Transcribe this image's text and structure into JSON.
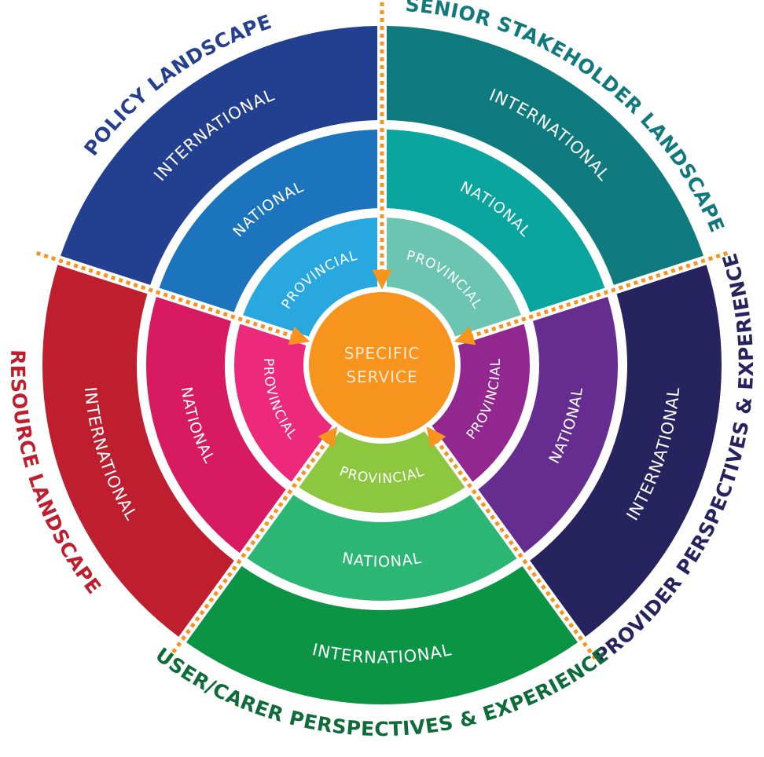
{
  "center": {
    "line1": "SPECIFIC",
    "line2": "SERVICE",
    "color": "#f7941d"
  },
  "arrow_color": "#f7941d",
  "ring_labels": [
    "PROVINCIAL",
    "NATIONAL",
    "INTERNATIONAL"
  ],
  "sectors": [
    {
      "id": "policy",
      "title": "POLICY LANDSCAPE",
      "title_color": "#25408f",
      "colors": [
        "#29a8e0",
        "#1c75bc",
        "#233f8f"
      ]
    },
    {
      "id": "senior-stakeholder",
      "title": "SENIOR STAKEHOLDER LANDSCAPE",
      "title_color": "#11787c",
      "colors": [
        "#6cc5b0",
        "#0aa59e",
        "#0f7b7f"
      ]
    },
    {
      "id": "provider",
      "title": "PROVIDER PERSPECTIVES & EXPERIENCE",
      "title_color": "#27235e",
      "colors": [
        "#92278f",
        "#662d91",
        "#27235e"
      ]
    },
    {
      "id": "user-carer",
      "title": "USER/CARER PERSPECTIVES & EXPERIENCE",
      "title_color": "#0f6b3a",
      "colors": [
        "#8dc63f",
        "#2bb673",
        "#0b9444"
      ]
    },
    {
      "id": "resource",
      "title": "RESOURCE LANDSCAPE",
      "title_color": "#be1e2d",
      "colors": [
        "#ec297b",
        "#d81b60",
        "#be1e2d"
      ]
    }
  ]
}
